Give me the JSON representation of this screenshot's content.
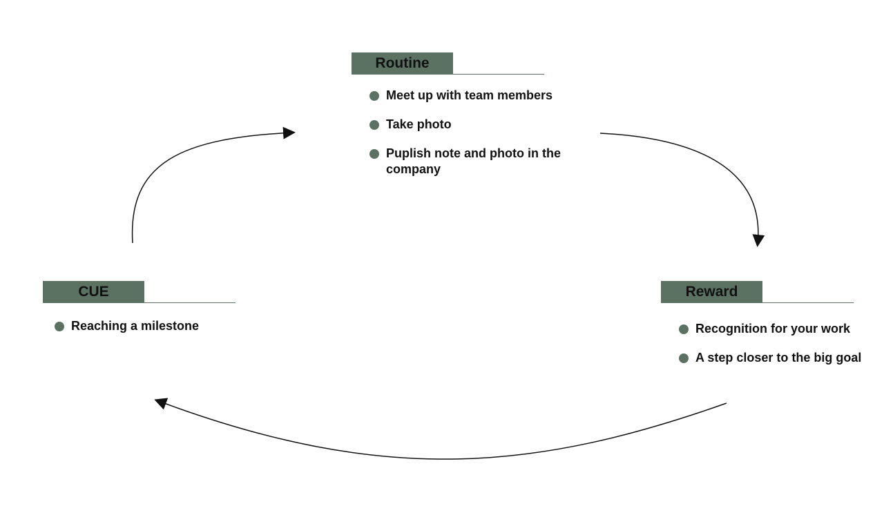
{
  "colors": {
    "header_fill": "#5b7263",
    "bullet_dot": "#5b7263",
    "arrow": "#111111",
    "text": "#111111",
    "background": "#ffffff"
  },
  "routine": {
    "title": "Routine",
    "items": [
      "Meet up with team members",
      "Take photo",
      "Puplish note and photo in the company"
    ]
  },
  "cue": {
    "title": "CUE",
    "items": [
      "Reaching a milestone"
    ]
  },
  "reward": {
    "title": "Reward",
    "items": [
      "Recognition for your work",
      "A step closer to the big goal"
    ]
  }
}
